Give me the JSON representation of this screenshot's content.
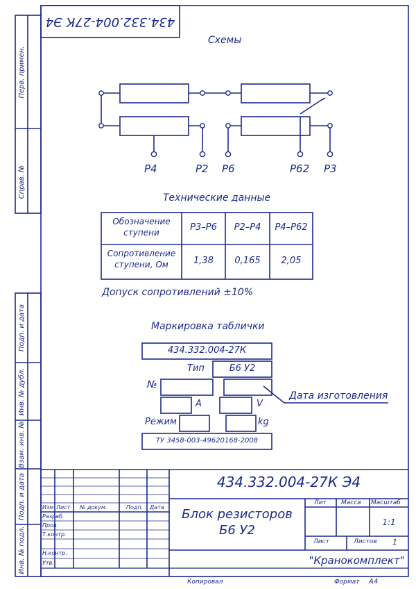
{
  "corner_code": "434.332.004-27К Э4",
  "side_labels": {
    "perv_primen": "Перв. примен.",
    "sprav": "Справ. №",
    "podp_data_1": "Подп. и дата",
    "inv_dubl": "Инв. № дубл.",
    "vzam_inv": "Взам. инв. №",
    "podp_data_2": "Подп. и дата",
    "inv_podl": "Инв. № подл."
  },
  "schemes": {
    "title": "Схемы",
    "terminals": [
      "Р4",
      "Р2",
      "Р6",
      "Р62",
      "Р3"
    ]
  },
  "tech": {
    "title": "Технические данные",
    "header": {
      "row1_label": "Обозначение ступени",
      "cols": [
        "Р3–Р6",
        "Р2–Р4",
        "Р4–Р62"
      ]
    },
    "row2": {
      "label": "Сопротивление ступени, Ом",
      "values": [
        "1,38",
        "0,165",
        "2,05"
      ]
    },
    "tolerance": "Допуск сопротивлений ±10%"
  },
  "plate": {
    "title": "Маркировка таблички",
    "code": "434.332.004-27К",
    "type_label": "Тип",
    "type_value": "Б6 У2",
    "num_label": "№",
    "a_label": "А",
    "v_label": "V",
    "mode_label": "Режим",
    "kg_label": "kg",
    "tu": "ТУ 3458-003-49620168-2008",
    "date_callout": "Дата изготовления"
  },
  "stamp": {
    "designation": "434.332.004-27К Э4",
    "name_line1": "Блок резисторов",
    "name_line2": "Б6 У2",
    "col_headers": [
      "Изм",
      "Лист",
      "№ докум.",
      "Подп.",
      "Дата"
    ],
    "roles": [
      "Разраб.",
      "Пров.",
      "Т.контр.",
      "",
      "Н.контр.",
      "Утв."
    ],
    "lit_label": "Лит",
    "mass_label": "Масса",
    "scale_label": "Масштаб",
    "scale_value": "1:1",
    "sheet_label": "Лист",
    "sheets_label": "Листов",
    "sheets_value": "1",
    "company": "\"Кранокомплект\"",
    "copied_label": "Копировал",
    "format_label": "Формат",
    "format_value": "А4"
  },
  "colors": {
    "ink": "#1b2a8c",
    "paper": "#ffffff"
  }
}
